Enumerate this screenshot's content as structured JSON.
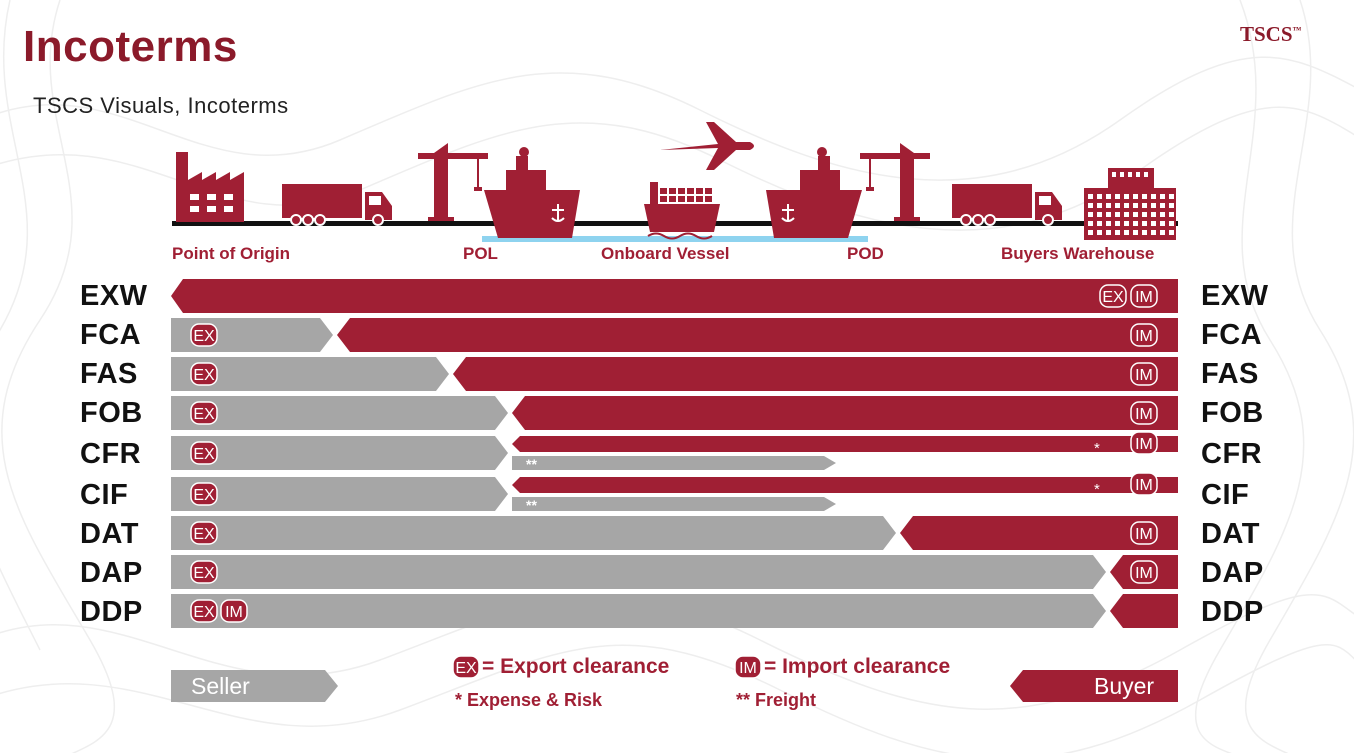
{
  "header": {
    "title": "Incoterms",
    "subtitle": "TSCS Visuals, Incoterms",
    "brand": "TSCS",
    "brand_mark": "™"
  },
  "stages": [
    "Point of Origin",
    "POL",
    "Onboard Vessel",
    "POD",
    "Buyers Warehouse"
  ],
  "icons": [
    "factory-icon",
    "truck-icon",
    "crane-icon",
    "ship-icon",
    "airplane-icon",
    "container-ship-icon",
    "ship-icon",
    "crane-icon",
    "truck-icon",
    "warehouse-icon"
  ],
  "colors": {
    "seller": "#a6a6a6",
    "buyer": "#a01f34",
    "water": "#8ed3ef",
    "title": "#8b1a2a"
  },
  "badges": {
    "export": "EX",
    "import": "IM",
    "expense_marker": "*",
    "freight_marker": "**"
  },
  "terms": [
    {
      "code": "EXW",
      "seller_until": "none",
      "ex_side": "buyer",
      "im_side": "buyer"
    },
    {
      "code": "FCA",
      "seller_until": "origin-transport",
      "ex_side": "seller",
      "im_side": "buyer"
    },
    {
      "code": "FAS",
      "seller_until": "POL",
      "ex_side": "seller",
      "im_side": "buyer"
    },
    {
      "code": "FOB",
      "seller_until": "onboard",
      "ex_side": "seller",
      "im_side": "buyer"
    },
    {
      "code": "CFR",
      "seller_until": "onboard",
      "ex_side": "seller",
      "im_side": "buyer",
      "freight_to": "POD",
      "expense_risk": true
    },
    {
      "code": "CIF",
      "seller_until": "onboard",
      "ex_side": "seller",
      "im_side": "buyer",
      "freight_to": "POD",
      "expense_risk": true
    },
    {
      "code": "DAT",
      "seller_until": "terminal",
      "ex_side": "seller",
      "im_side": "buyer"
    },
    {
      "code": "DAP",
      "seller_until": "destination",
      "ex_side": "seller",
      "im_side": "buyer"
    },
    {
      "code": "DDP",
      "seller_until": "destination",
      "ex_side": "seller",
      "im_side": "seller"
    }
  ],
  "legend": {
    "export_label": "= Export clearance",
    "import_label": "= Import clearance",
    "expense_label": "* Expense & Risk",
    "freight_label": "** Freight",
    "seller_label": "Seller",
    "buyer_label": "Buyer"
  }
}
